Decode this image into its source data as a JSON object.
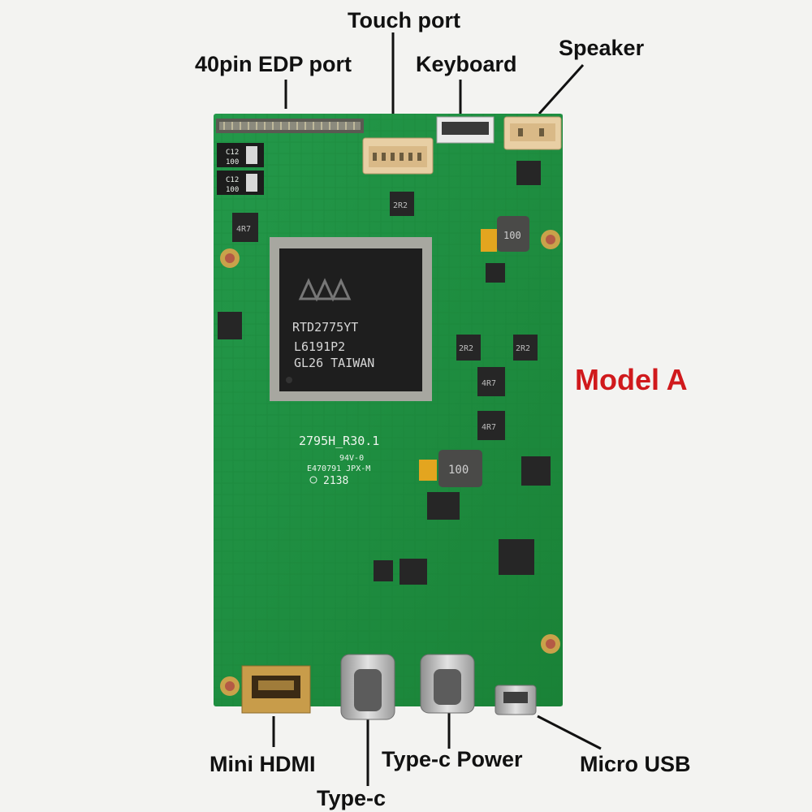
{
  "labels": {
    "touch_port": "Touch port",
    "edp_port": "40pin EDP port",
    "keyboard": "Keyboard",
    "speaker": "Speaker",
    "model": "Model A",
    "mini_hdmi": "Mini HDMI",
    "type_c": "Type-c",
    "type_c_power": "Type-c Power",
    "micro_usb": "Micro USB"
  },
  "chip": {
    "line1": "RTD2775YT",
    "line2": "L6191P2",
    "line3": "GL26 TAIWAN"
  },
  "silkscreen": {
    "board_id": "2795H_R30.1",
    "rating": "94V-0",
    "ul_code": "E470791 JPX-M",
    "date_code": "2138",
    "cap_label": "C12",
    "cap_value": "100",
    "inductor_value": "100",
    "inductor_4r7": "4R7",
    "inductor_2r2": "2R2"
  },
  "colors": {
    "board_green": "#1d8f3c",
    "label_red": "#d0191c"
  }
}
